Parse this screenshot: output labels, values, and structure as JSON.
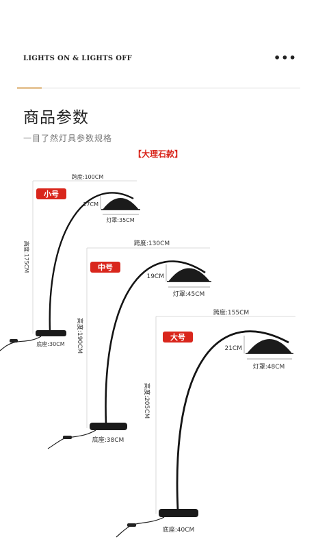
{
  "header": {
    "brand": "LIGHTS ON & LIGHTS OFF",
    "more_icon": "more-dots-icon",
    "accent_color": "#e7c79b"
  },
  "section": {
    "title": "商品参数",
    "subtitle": "一目了然灯具参数规格",
    "variant": "【大理石款】",
    "variant_color": "#d9261c"
  },
  "lamps": {
    "small": {
      "size_tag": "小号",
      "span": "跨度:100CM",
      "shade_height": "17CM",
      "shade_diameter": "灯罩:35CM",
      "height": "高度:175CM",
      "base": "底座:30CM"
    },
    "medium": {
      "size_tag": "中号",
      "span": "跨度:130CM",
      "shade_height": "19CM",
      "shade_diameter": "灯罩:45CM",
      "height": "高度:190CM",
      "base": "底座:38CM"
    },
    "large": {
      "size_tag": "大号",
      "span": "跨度:155CM",
      "shade_height": "21CM",
      "shade_diameter": "灯罩:48CM",
      "height": "高度:205CM",
      "base": "底座:40CM"
    }
  }
}
